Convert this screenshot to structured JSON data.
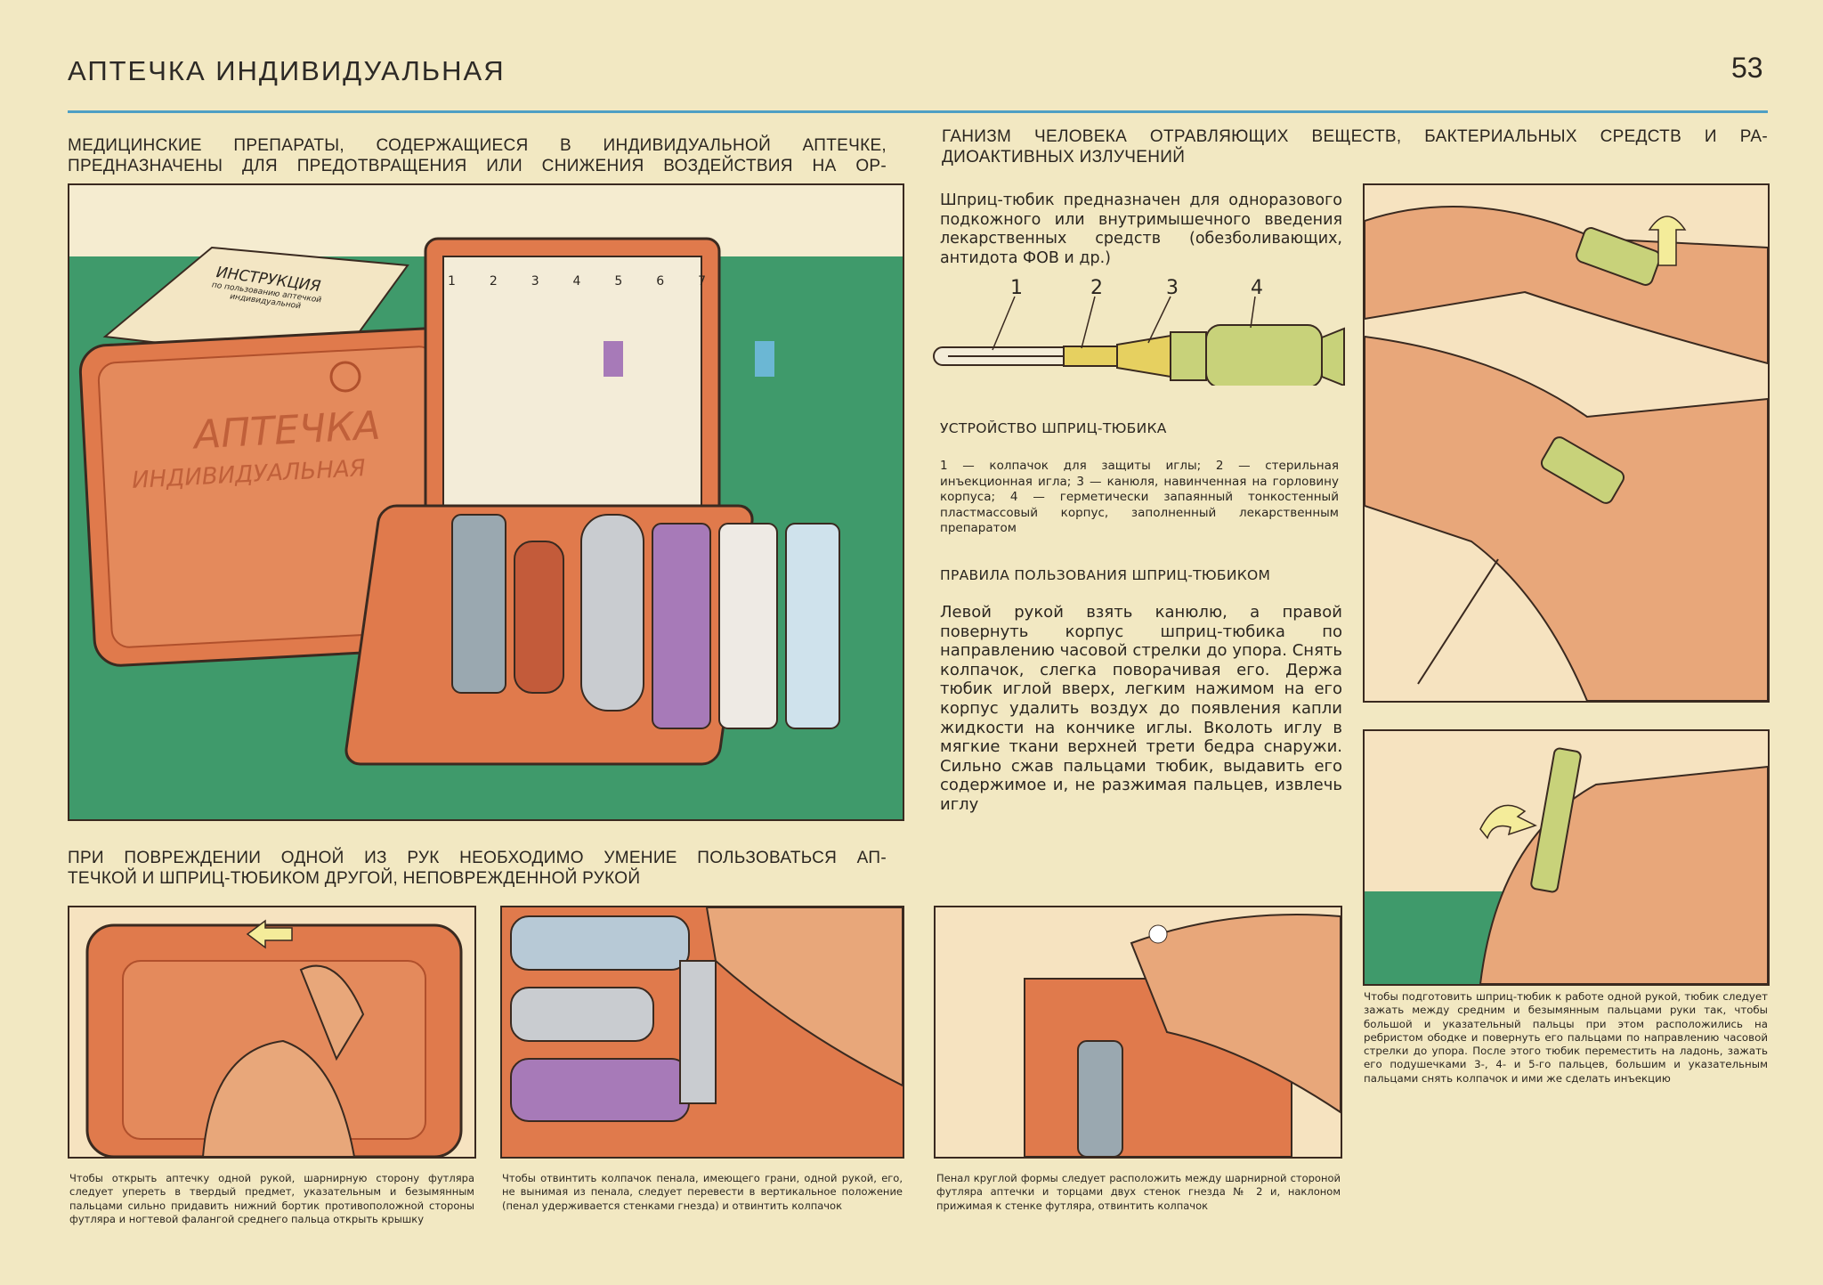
{
  "header": {
    "title": "АПТЕЧКА ИНДИВИДУАЛЬНАЯ",
    "page_number": "53"
  },
  "intro": {
    "left_lines": [
      "МЕДИЦИНСКИЕ ПРЕПАРАТЫ, СОДЕРЖАЩИЕСЯ В ИНДИВИДУАЛЬНОЙ АПТЕЧКЕ,",
      "ПРЕДНАЗНАЧЕНЫ ДЛЯ ПРЕДОТВРАЩЕНИЯ ИЛИ СНИЖЕНИЯ ВОЗДЕЙСТВИЯ НА ОР-"
    ],
    "right_lines": [
      "ГАНИЗМ ЧЕЛОВЕКА ОТРАВЛЯЮЩИХ ВЕЩЕСТВ, БАКТЕРИАЛЬНЫХ СРЕДСТВ И РА-",
      "ДИОАКТИВНЫХ ИЗЛУЧЕНИЙ"
    ]
  },
  "main_illustration": {
    "booklet": {
      "title": "ИНСТРУКЦИЯ",
      "line1": "по пользованию аптечкой",
      "line2": "индивидуальной"
    },
    "case_label_1": "АПТЕЧКА",
    "case_label_2": "ИНДИВИДУАЛЬНАЯ",
    "slot_numbers": [
      "1",
      "2",
      "3",
      "4",
      "5",
      "6",
      "7"
    ]
  },
  "syringe": {
    "description": "Шприц-тюбик предназначен для одноразового подкожного или внутримышечного введения лекарственных средств (обезболивающих, антидота ФОВ и др.)",
    "diagram_labels": [
      "1",
      "2",
      "3",
      "4"
    ],
    "device_heading": "УСТРОЙСТВО ШПРИЦ-ТЮБИКА",
    "device_legend": "1 — колпачок для защиты иглы; 2 — стерильная инъекционная игла; 3 — канюля, навинченная на горловину корпуса; 4 — герметически запаянный тонкостенный пластмассовый корпус, заполненный лекарственным препаратом",
    "rules_heading": "ПРАВИЛА ПОЛЬЗОВАНИЯ ШПРИЦ-ТЮБИКОМ",
    "rules_text": "Левой рукой взять канюлю, а правой повернуть корпус шприц-тюбика по направлению часовой стрелки до упора. Снять колпачок, слегка поворачивая его. Держа тюбик иглой вверх, легким нажимом на его корпус удалить воздух до появления капли жидкости на кончике иглы. Вколоть иглу в мягкие ткани верхней трети бедра снаружи. Сильно сжав пальцами тюбик, выдавить его содержимое и, не разжимая пальцев, извлечь иглу"
  },
  "one_hand": {
    "heading_lines": [
      "ПРИ ПОВРЕЖДЕНИИ ОДНОЙ ИЗ РУК НЕОБХОДИМО УМЕНИЕ ПОЛЬЗОВАТЬСЯ АП-",
      "ТЕЧКОЙ И ШПРИЦ-ТЮБИКОМ ДРУГОЙ, НЕПОВРЕЖДЕННОЙ РУКОЙ"
    ],
    "captions": [
      "Чтобы открыть аптечку одной рукой, шарнирную сторону футляра следует упереть в твердый предмет, указательным и безымянным пальцами сильно придавить нижний бортик противоположной стороны футляра и ногтевой фалангой среднего пальца открыть крышку",
      "Чтобы отвинтить колпачок пенала, имеющего грани, одной рукой, его, не вынимая из пенала, следует перевести в вертикальное положение (пенал удерживается стенками гнезда) и отвинтить колпачок",
      "Пенал круглой формы следует расположить между шарнирной стороной футляра аптечки и торцами двух стенок гнезда № 2 и, наклоном прижимая к стенке футляра, отвинтить колпачок",
      "Чтобы подготовить шприц-тюбик к работе одной рукой, тюбик следует зажать между средним и безымянным пальцами руки так, чтобы большой и указательный пальцы при этом расположились на ребристом ободке и повернуть его пальцами по направлению часовой стрелки до упора. После этого тюбик переместить на ладонь, зажать его подушечками 3-, 4- и 5-го пальцев, большим и указательным пальцами снять колпачок и ими же сделать инъекцию"
    ]
  },
  "colors": {
    "paper": "#f2e8c2",
    "rule": "#4f9fc4",
    "green": "#3f9a6b",
    "case": "#e07a4c",
    "skin": "#e8a77a"
  }
}
